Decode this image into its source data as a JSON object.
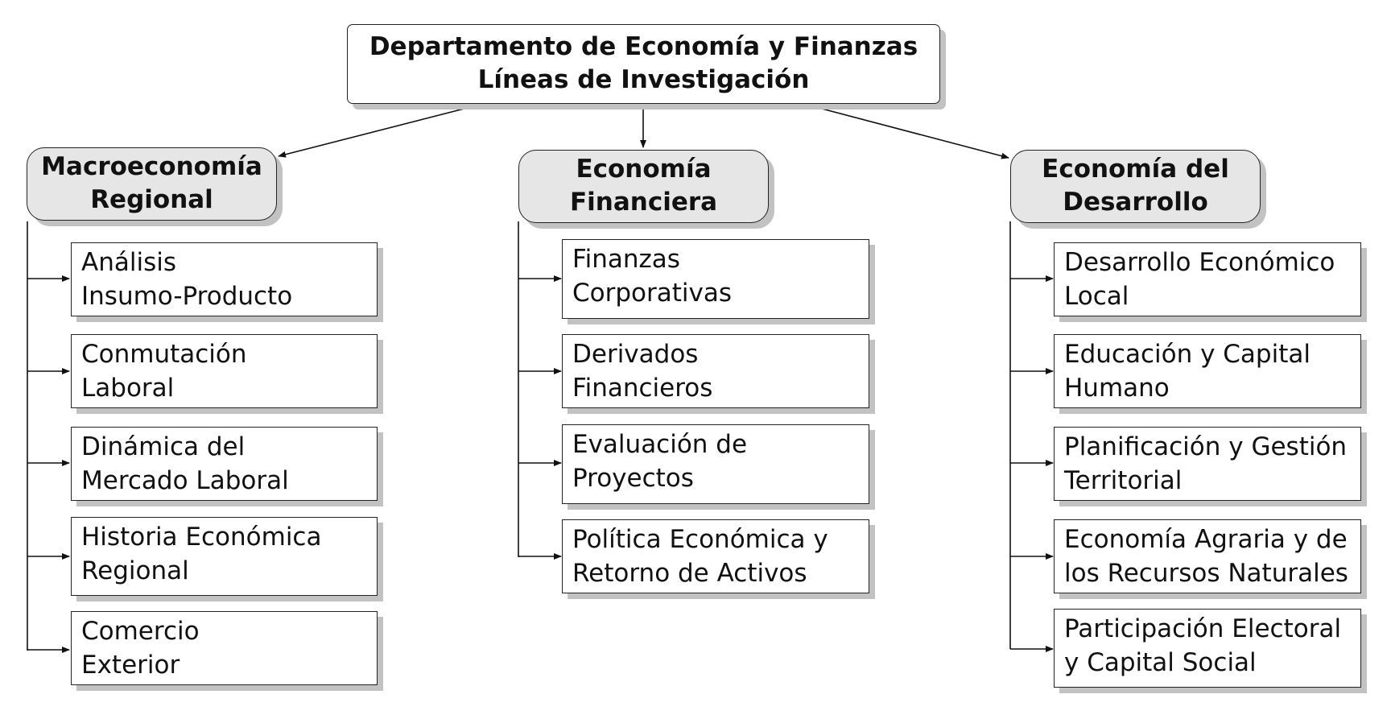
{
  "root": {
    "title_line1": "Departamento de Economía y Finanzas",
    "title_line2": "Líneas de Investigación"
  },
  "categories": [
    {
      "title_line1": "Macroeconomía",
      "title_line2": "Regional",
      "items": [
        {
          "line1": "Análisis",
          "line2": "Insumo-Producto"
        },
        {
          "line1": "Conmutación",
          "line2": "Laboral"
        },
        {
          "line1": "Dinámica del",
          "line2": "Mercado Laboral"
        },
        {
          "line1": "Historia Económica",
          "line2": "Regional"
        },
        {
          "line1": "Comercio",
          "line2": "Exterior"
        }
      ]
    },
    {
      "title_line1": "Economía",
      "title_line2": "Financiera",
      "items": [
        {
          "line1": "Finanzas",
          "line2": "Corporativas"
        },
        {
          "line1": "Derivados",
          "line2": "Financieros"
        },
        {
          "line1": "Evaluación de",
          "line2": "Proyectos"
        },
        {
          "line1": "Política Económica y",
          "line2": "Retorno de Activos"
        }
      ]
    },
    {
      "title_line1": "Economía del",
      "title_line2": "Desarrollo",
      "items": [
        {
          "line1": "Desarrollo Económico",
          "line2": "Local"
        },
        {
          "line1": "Educación y Capital",
          "line2": "Humano"
        },
        {
          "line1": "Planificación y Gestión",
          "line2": "Territorial"
        },
        {
          "line1": "Economía Agraria y de",
          "line2": "los Recursos Naturales"
        },
        {
          "line1": "Participación Electoral",
          "line2": "y Capital Social"
        }
      ]
    }
  ],
  "colors": {
    "category_fill": "#e6e6e6",
    "shadow": "#c2c2c2",
    "stroke": "#222222"
  }
}
